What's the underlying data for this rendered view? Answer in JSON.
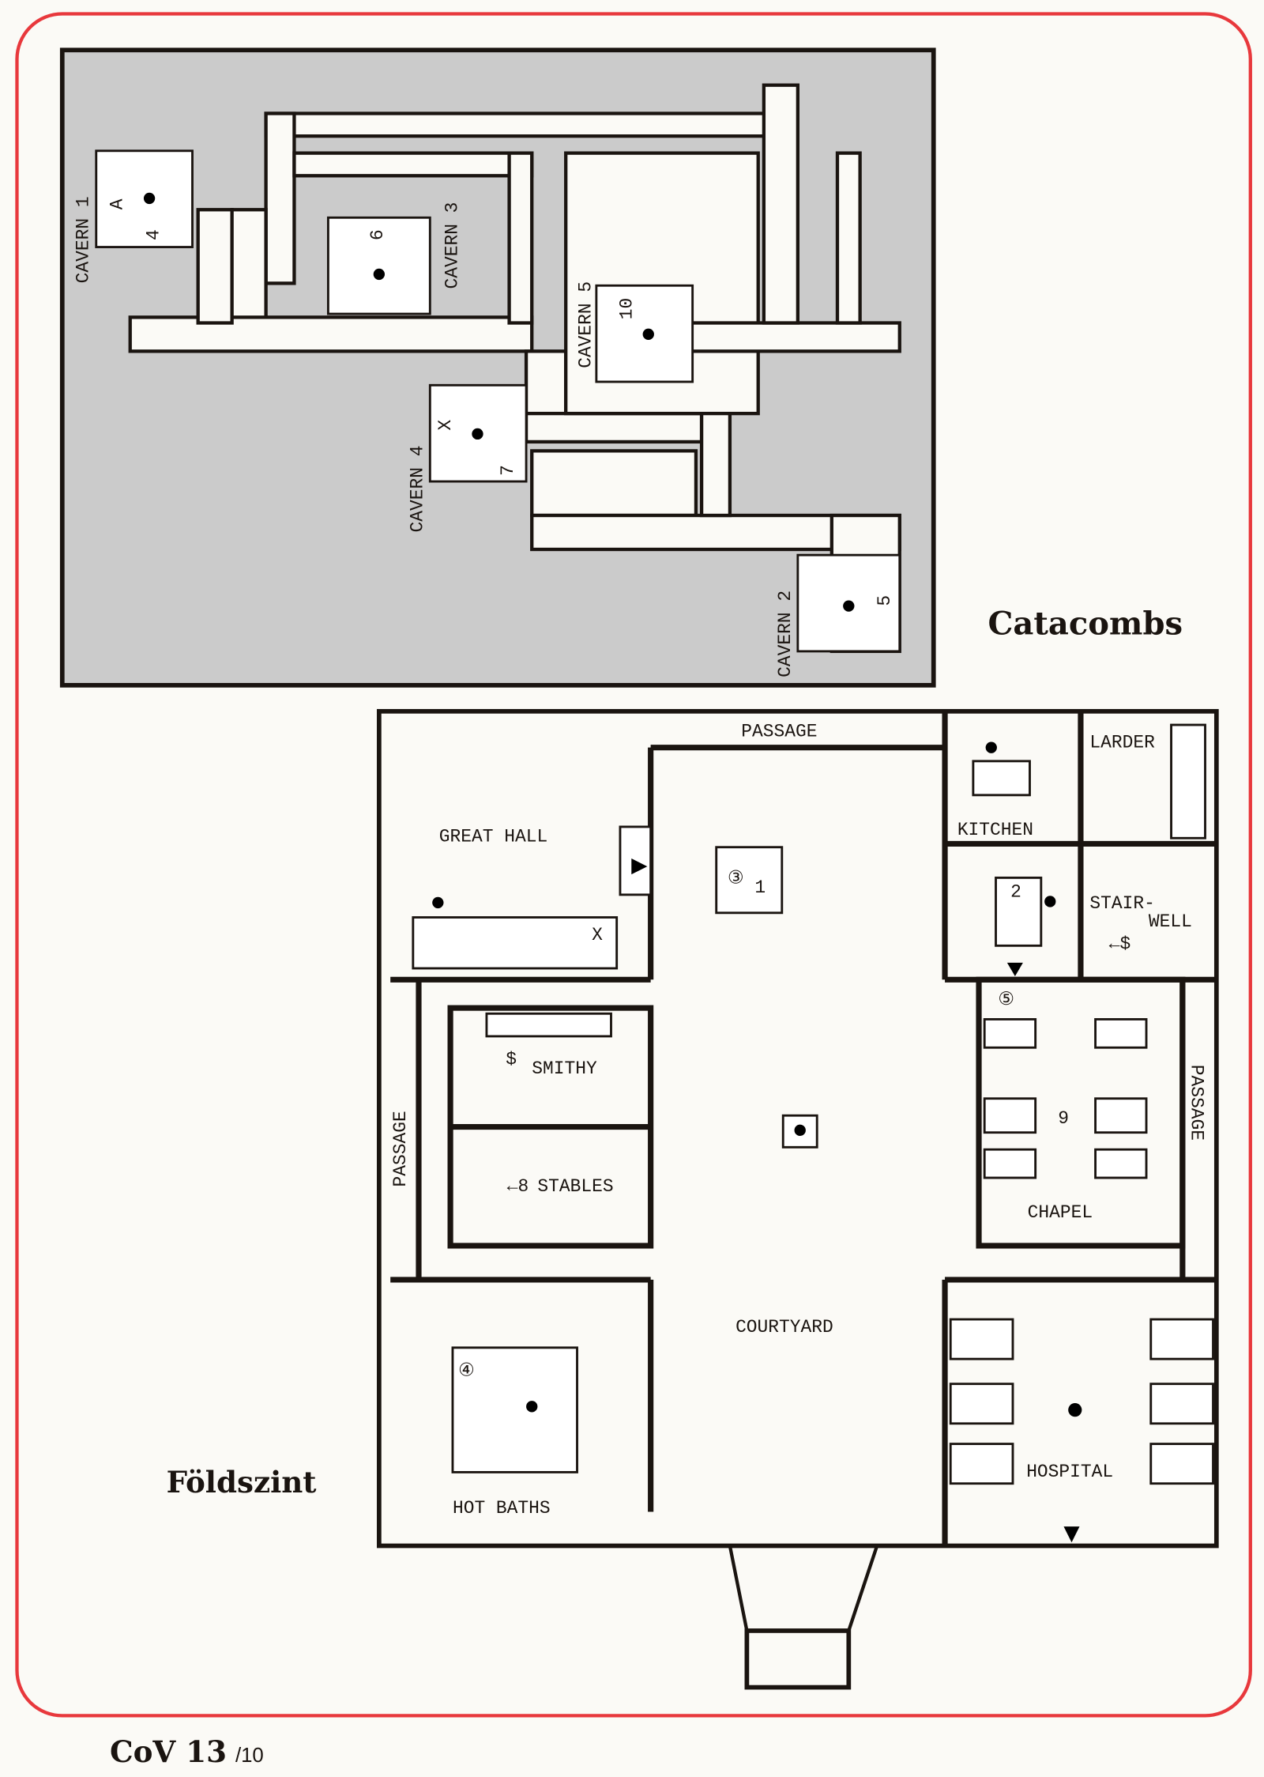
{
  "page": {
    "footer_title": "CoV 13",
    "footer_page": "/10",
    "border_color": "#e8383c"
  },
  "catacombs": {
    "title": "Catacombs",
    "caverns": [
      "CAVERN 1",
      "CAVERN 2",
      "CAVERN 3",
      "CAVERN 4",
      "CAVERN 5"
    ],
    "markers": {
      "a": "A",
      "n4": "4",
      "n6": "6",
      "n10": "10",
      "x": "X",
      "n7": "7",
      "n5": "5"
    }
  },
  "ground_floor": {
    "title": "Földszint",
    "rooms": {
      "passage_top": "PASSAGE",
      "great_hall": "GREAT HALL",
      "kitchen": "KITCHEN",
      "larder": "LARDER",
      "stair": "STAIR-",
      "well": "WELL",
      "smithy": "SMITHY",
      "stables": "STABLES",
      "passage_left": "PASSAGE",
      "passage_right": "PASSAGE",
      "chapel": "CHAPEL",
      "courtyard": "COURTYARD",
      "hot_baths": "HOT  BATHS",
      "hospital": "HOSPITAL"
    },
    "markers": {
      "n3": "③",
      "n1": "1",
      "n2": "2",
      "n5": "⑤",
      "n4": "④",
      "n8": "←8",
      "n9": "9",
      "dollar": "$",
      "dollar2": "←$",
      "x": "X"
    }
  }
}
